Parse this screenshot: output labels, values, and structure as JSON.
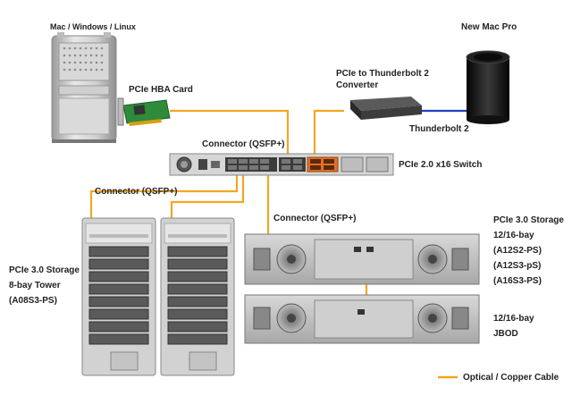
{
  "labels": {
    "host_os": "Mac / Windows / Linux",
    "mac_pro": "New Mac Pro",
    "hba_card": "PCIe HBA Card",
    "converter_line1": "PCIe to Thunderbolt 2",
    "converter_line2": "Converter",
    "thunderbolt": "Thunderbolt 2",
    "connector_top": "Connector (QSFP+)",
    "switch": "PCIe 2.0 x16 Switch",
    "connector_left": "Connector (QSFP+)",
    "connector_mid": "Connector (QSFP+)",
    "tower_line1": "PCIe 3.0 Storage",
    "tower_line2": "8-bay Tower",
    "tower_line3": "(A08S3-PS)",
    "rack_line1": "PCIe 3.0 Storage",
    "rack_line2": "12/16-bay",
    "rack_line3": "(A12S2-PS)",
    "rack_line4": "(A12S3-pS)",
    "rack_line5": "(A16S3-PS)",
    "jbod_line1": "12/16-bay",
    "jbod_line2": "JBOD",
    "legend": "Optical / Copper Cable"
  },
  "colors": {
    "cable": "#f5a623",
    "thunderbolt_cable": "#1f3fbf",
    "silver": "#c8c8c8",
    "pcb": "#2e8b3a",
    "switch_orange": "#e0702a"
  },
  "icons": {
    "host": "mac-pro-tower-icon",
    "mac_pro": "mac-pro-cylinder-icon",
    "hba": "hba-card-icon",
    "converter": "thunderbolt-converter-icon",
    "switch": "pcie-switch-icon",
    "tower1": "storage-tower-icon",
    "tower2": "storage-tower-icon",
    "rack": "rack-storage-icon",
    "jbod": "jbod-icon"
  }
}
